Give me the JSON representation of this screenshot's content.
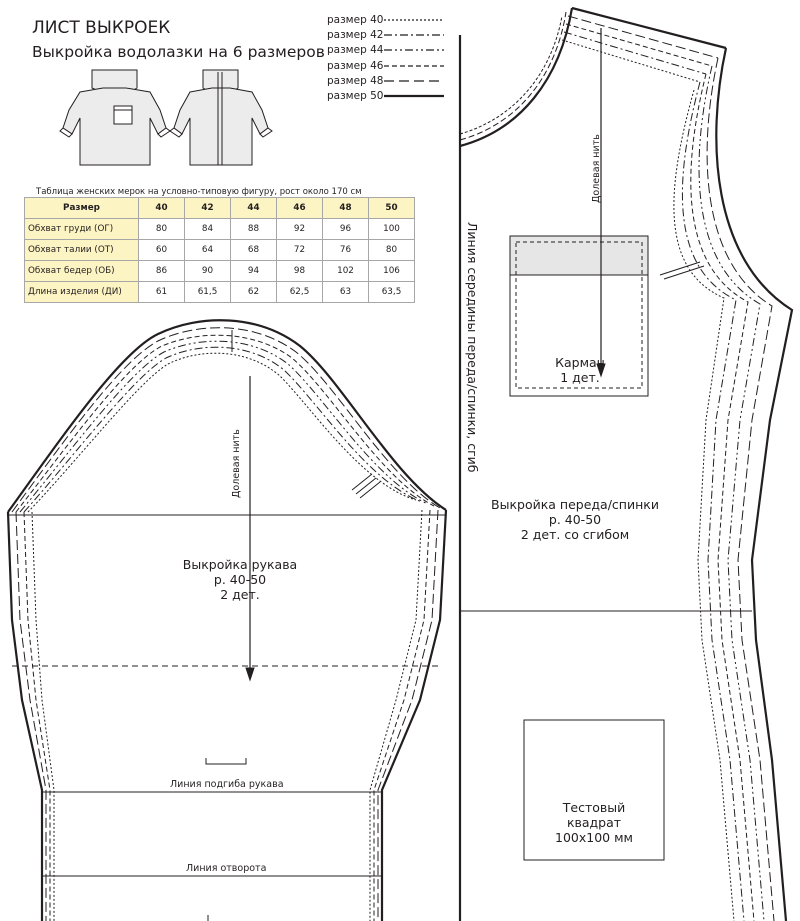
{
  "header": {
    "title": "ЛИСТ ВЫКРОЕК",
    "subtitle": "Выкройка водолазки на 6 размеров"
  },
  "legend": [
    {
      "label": "размер 40",
      "style": "dotted"
    },
    {
      "label": "размер 42",
      "style": "dash-dot"
    },
    {
      "label": "размер 44",
      "style": "dash-dot-dot"
    },
    {
      "label": "размер 46",
      "style": "short-dash"
    },
    {
      "label": "размер 48",
      "style": "long-dash"
    },
    {
      "label": "размер 50",
      "style": "solid"
    }
  ],
  "measurements": {
    "caption": "Таблица женских мерок на условно-типовую фигуру, рост около 170 см",
    "header_label": "Размер",
    "sizes": [
      "40",
      "42",
      "44",
      "46",
      "48",
      "50"
    ],
    "rows": [
      {
        "name": "Обхват груди (ОГ)",
        "values": [
          "80",
          "84",
          "88",
          "92",
          "96",
          "100"
        ]
      },
      {
        "name": "Обхват талии (ОТ)",
        "values": [
          "60",
          "64",
          "68",
          "72",
          "76",
          "80"
        ]
      },
      {
        "name": "Обхват бедер (ОБ)",
        "values": [
          "86",
          "90",
          "94",
          "98",
          "102",
          "106"
        ]
      },
      {
        "name": "Длина изделия (ДИ)",
        "values": [
          "61",
          "61,5",
          "62",
          "62,5",
          "63",
          "63,5"
        ]
      }
    ]
  },
  "sleeve": {
    "title": "Выкройка рукава",
    "sizes": "р. 40-50",
    "count": "2 дет.",
    "grain_label": "Долевая нить",
    "hem_line": "Линия подгиба рукава",
    "cuff_line": "Линия отворота"
  },
  "body": {
    "title": "Выкройка переда/спинки",
    "sizes": "р. 40-50",
    "count": "2 дет. со сгибом",
    "grain_label": "Долевая нить",
    "fold_label": "Линия середины переда/спинки, сгиб",
    "pocket_title": "Карман",
    "pocket_count": "1 дет.",
    "test_square_title": "Тестовый",
    "test_square_sub": "квадрат",
    "test_square_size": "100х100 мм"
  },
  "colors": {
    "line": "#231f20",
    "table_header_bg": "#fdf4c3",
    "pocket_band": "#e6e6e6",
    "sketch_fill": "#ececec"
  }
}
